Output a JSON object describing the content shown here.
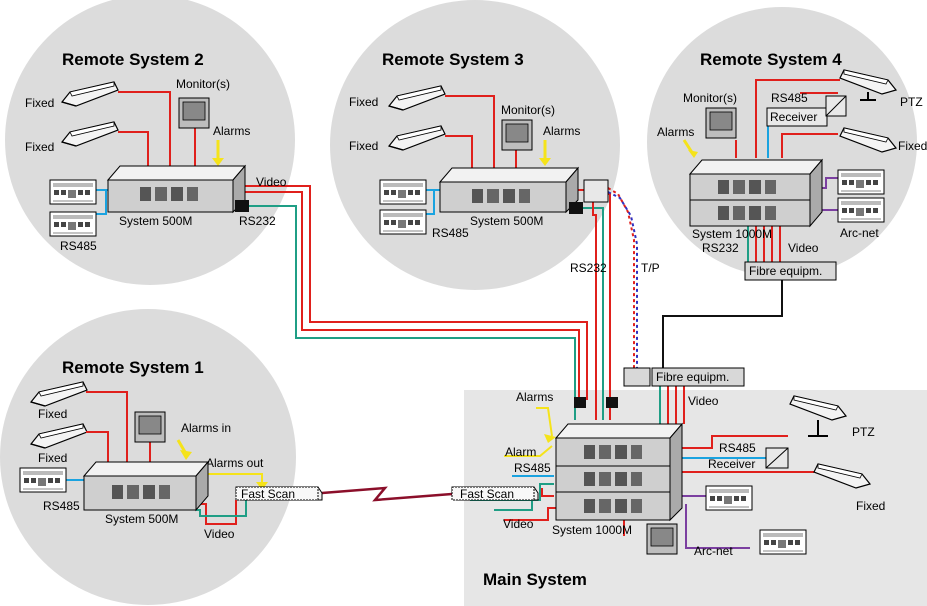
{
  "colors": {
    "circle_fill": "#dcdcdc",
    "main_bg": "#e6e6e6",
    "video": "#e0201c",
    "rs232": "#1f9e85",
    "rs485": "#1aa3e0",
    "alarm": "#f5e31a",
    "arcnet": "#7b3fa0",
    "fibre": "#111111",
    "tp_red": "#e0201c",
    "tp_blue": "#3030c0",
    "link": "#8b0f2a"
  },
  "titles": {
    "rs1": "Remote System 1",
    "rs2": "Remote System 2",
    "rs3": "Remote System 3",
    "rs4": "Remote System 4",
    "main": "Main System"
  },
  "rs2": {
    "fixed1": "Fixed",
    "fixed2": "Fixed",
    "monitor": "Monitor(s)",
    "alarms": "Alarms",
    "video": "Video",
    "system": "System 500M",
    "rs232": "RS232",
    "rs485": "RS485"
  },
  "rs3": {
    "fixed1": "Fixed",
    "fixed2": "Fixed",
    "monitor": "Monitor(s)",
    "alarms": "Alarms",
    "system": "System 500M",
    "rs485": "RS485",
    "rs232": "RS232",
    "tp": "T/P"
  },
  "rs4": {
    "monitor": "Monitor(s)",
    "rs485": "RS485",
    "ptz": "PTZ",
    "receiver": "Receiver",
    "alarms": "Alarms",
    "fixed": "Fixed",
    "system": "System 1000M",
    "rs232": "RS232",
    "video": "Video",
    "arcnet": "Arc-net",
    "fibre": "Fibre equipm."
  },
  "rs1": {
    "fixed1": "Fixed",
    "fixed2": "Fixed",
    "alarms_in": "Alarms in",
    "alarms_out": "Alarms out",
    "rs485": "RS485",
    "system": "System 500M",
    "video": "Video",
    "fast_scan": "Fast Scan"
  },
  "main": {
    "fibre": "Fibre equipm.",
    "video_top": "Video",
    "alarms": "Alarms",
    "alarm": "Alarm",
    "rs485_left": "RS485",
    "fast_scan": "Fast Scan",
    "video_bottom": "Video",
    "system": "System 1000M",
    "rs485_right": "RS485",
    "receiver": "Receiver",
    "ptz": "PTZ",
    "fixed": "Fixed",
    "arcnet": "Arc-net"
  }
}
